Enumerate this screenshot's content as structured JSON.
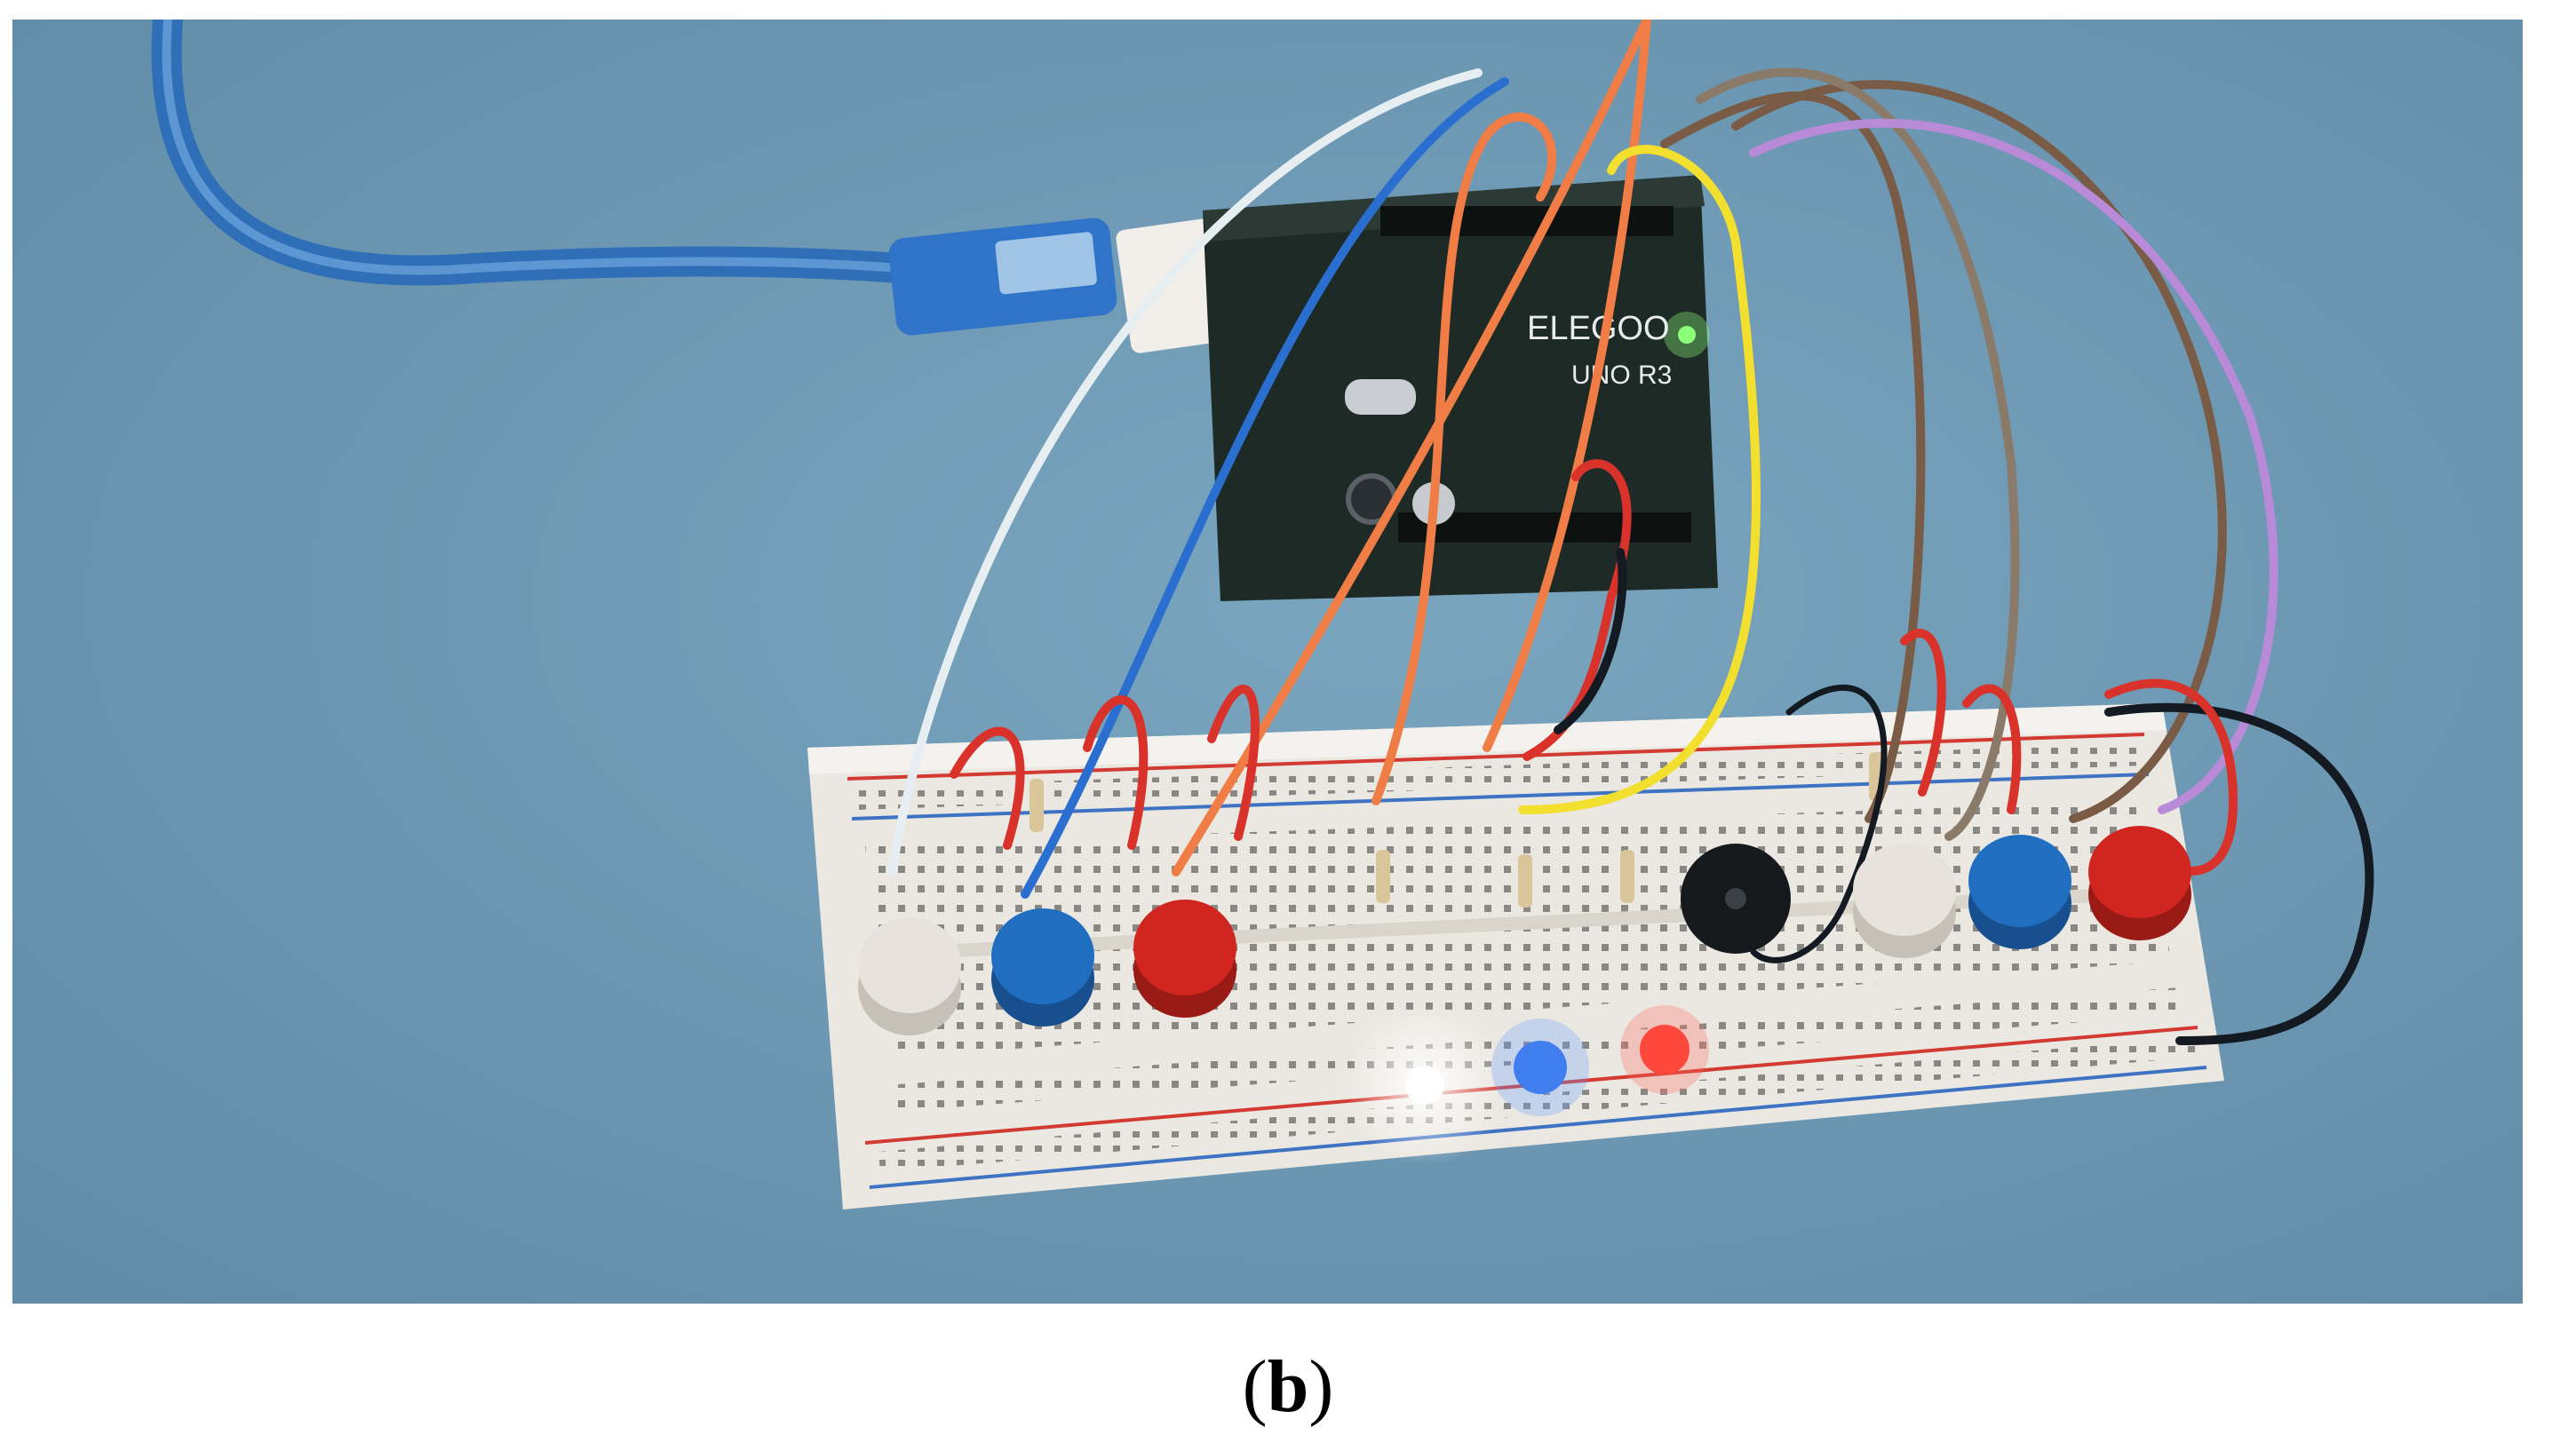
{
  "figure": {
    "caption_open": "(",
    "caption_letter": "b",
    "caption_close": ")"
  },
  "board": {
    "logo_text": "ELEGOO",
    "model_text": "UNO R3"
  },
  "colors": {
    "background": "#6f98b2",
    "breadboard": "#ebe8e1",
    "arduino_pcb": "#1e2a26",
    "button_white": "#e8e2dc",
    "button_blue": "#1f6ec0",
    "button_red": "#d0261f",
    "wire_red": "#d8322b",
    "wire_orange": "#ef7d45",
    "wire_yellow": "#f2df2e",
    "wire_blue": "#2a6fd0",
    "wire_white": "#e6eef2",
    "wire_brown": "#7a5b45",
    "wire_purple": "#b88ad8",
    "wire_black": "#141a22",
    "usb_cable": "#3d7fc9"
  },
  "icons": [
    "arduino-board-icon",
    "breadboard-icon",
    "push-button-icon",
    "led-icon",
    "buzzer-icon",
    "resistor-icon",
    "usb-cable-icon"
  ]
}
